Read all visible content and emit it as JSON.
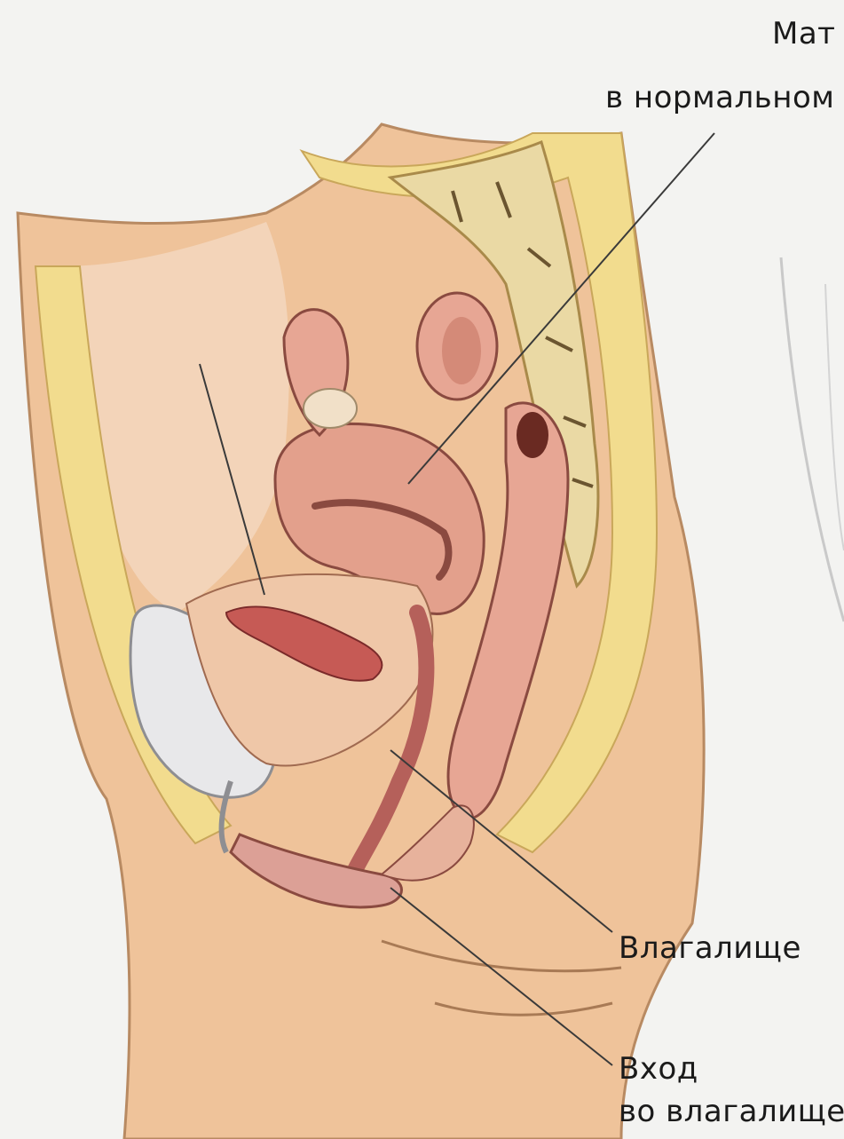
{
  "labels": {
    "uterus_line1": "Мат",
    "uterus_line2": "в нормальном",
    "vagina": "Влагалище",
    "vaginal_entrance_line1": "Вход",
    "vaginal_entrance_line2": "во влагалище"
  },
  "colors": {
    "background": "#f3f3f1",
    "skin": "#efc39a",
    "fat_yellow": "#f2dc8e",
    "organ_pink": "#e8a48f",
    "organ_dark": "#b5605a",
    "bladder_white": "#e8e8ea",
    "spine_bone": "#ead9a4",
    "leader_line": "#3a3a3a"
  }
}
